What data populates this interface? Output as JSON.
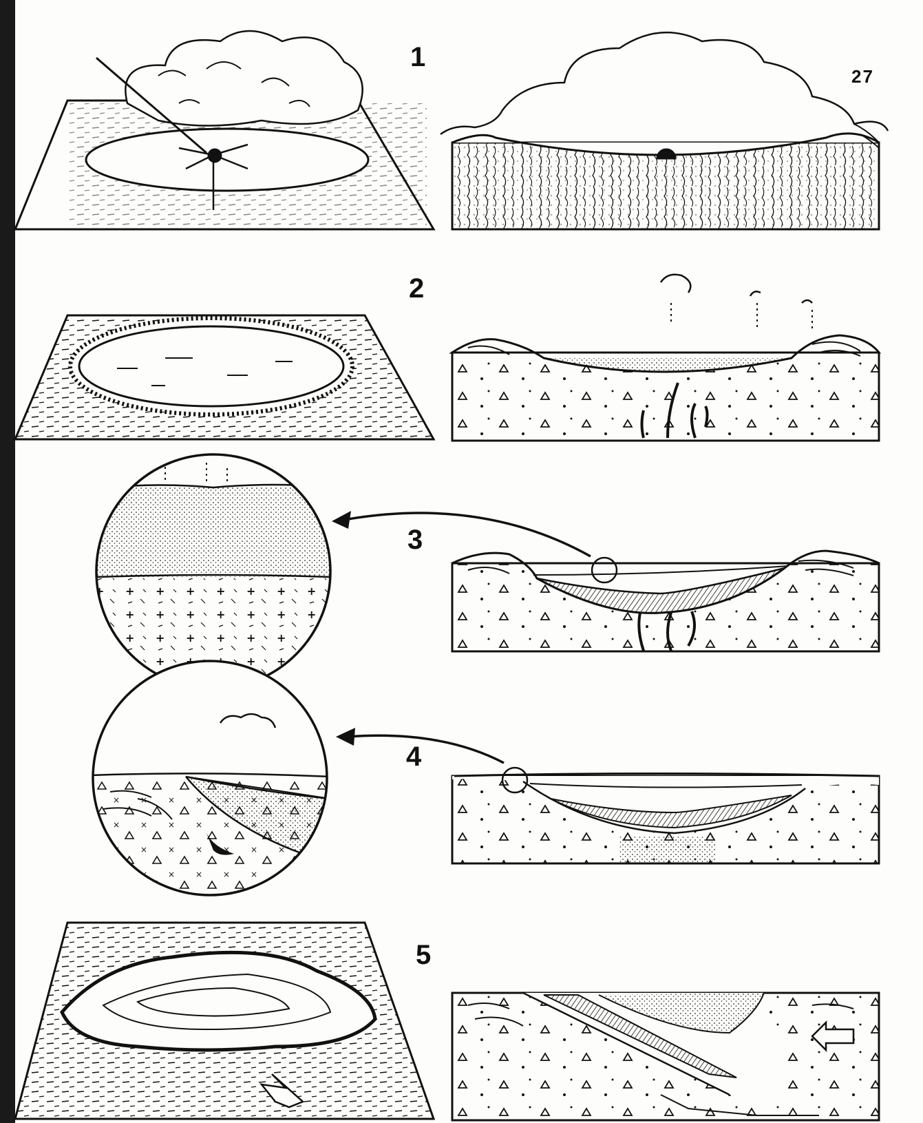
{
  "page_number": "27",
  "stages": [
    {
      "label": "1"
    },
    {
      "label": "2"
    },
    {
      "label": "3"
    },
    {
      "label": "4"
    },
    {
      "label": "5"
    }
  ]
}
